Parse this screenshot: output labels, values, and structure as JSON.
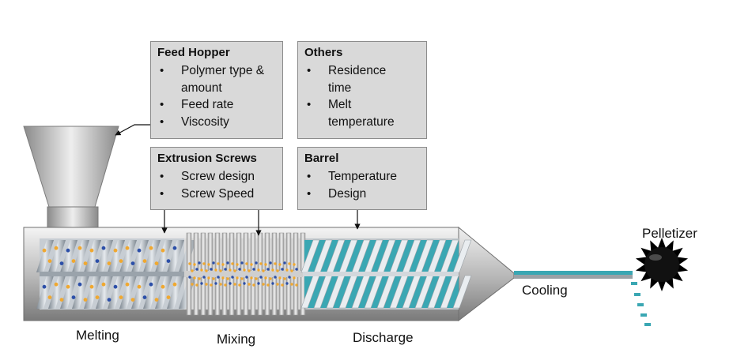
{
  "boxes": {
    "feed_hopper": {
      "title": "Feed Hopper",
      "items": [
        "Polymer type & amount",
        "Feed rate",
        "Viscosity"
      ]
    },
    "others": {
      "title": "Others",
      "items": [
        "Residence time",
        "Melt temperature"
      ]
    },
    "extrusion_screws": {
      "title": "Extrusion Screws",
      "items": [
        "Screw design",
        "Screw Speed"
      ]
    },
    "barrel": {
      "title": "Barrel",
      "items": [
        "Temperature",
        "Design"
      ]
    }
  },
  "zones": {
    "melting": "Melting",
    "mixing": "Mixing",
    "discharge": "Discharge"
  },
  "cooling": "Cooling",
  "pelletizer": "Pelletizer",
  "colors": {
    "strand": "#3aa7b3",
    "panel": "#d9d9d9",
    "pellet_orange": "#f0a830",
    "pellet_blue": "#2c4fa8"
  }
}
